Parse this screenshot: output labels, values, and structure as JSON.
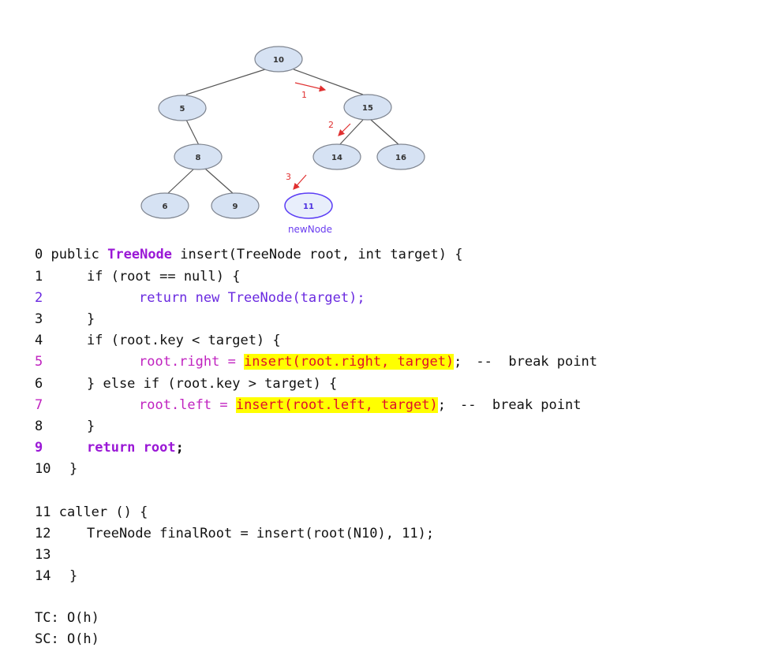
{
  "tree": {
    "nodes": [
      {
        "id": "n10",
        "label": "10"
      },
      {
        "id": "n5",
        "label": "5"
      },
      {
        "id": "n15",
        "label": "15"
      },
      {
        "id": "n8",
        "label": "8"
      },
      {
        "id": "n14",
        "label": "14"
      },
      {
        "id": "n16",
        "label": "16"
      },
      {
        "id": "n6",
        "label": "6"
      },
      {
        "id": "n9",
        "label": "9"
      },
      {
        "id": "n11",
        "label": "11"
      }
    ],
    "steps": [
      "1",
      "2",
      "3"
    ],
    "new_node_label": "newNode"
  },
  "code": {
    "l0": {
      "num": "0",
      "pre": " public ",
      "type": "TreeNode",
      "post": " insert(TreeNode root, int target) {"
    },
    "l1": {
      "num": "1",
      "text": "if (root == null) {"
    },
    "l2": {
      "num": "2",
      "text": "return new TreeNode(target);"
    },
    "l3": {
      "num": "3",
      "text": "}"
    },
    "l4": {
      "num": "4",
      "text": "if (root.key < target) {"
    },
    "l5": {
      "num": "5",
      "assign": "root.right = ",
      "call": "insert(root.right, target)",
      "tail": ";",
      "comment": "--  break point"
    },
    "l6": {
      "num": "6",
      "text": "} else if (root.key > target) {"
    },
    "l7": {
      "num": "7",
      "assign": "root.left = ",
      "call": "insert(root.left, target)",
      "tail": ";",
      "comment": "--  break point"
    },
    "l8": {
      "num": "8",
      "text": "}"
    },
    "l9": {
      "num": "9",
      "kw": "return",
      "val": "root",
      "tail": ";"
    },
    "l10": {
      "num": "10",
      "text": "}"
    },
    "l11": {
      "num": "11",
      "text": "caller () {"
    },
    "l12": {
      "num": "12",
      "text": "TreeNode finalRoot = insert(root(N10), 11);"
    },
    "l13": {
      "num": "13",
      "text": ""
    },
    "l14": {
      "num": "14",
      "text": "}"
    },
    "tc": "TC: O(h)",
    "sc": "SC: O(h)"
  }
}
